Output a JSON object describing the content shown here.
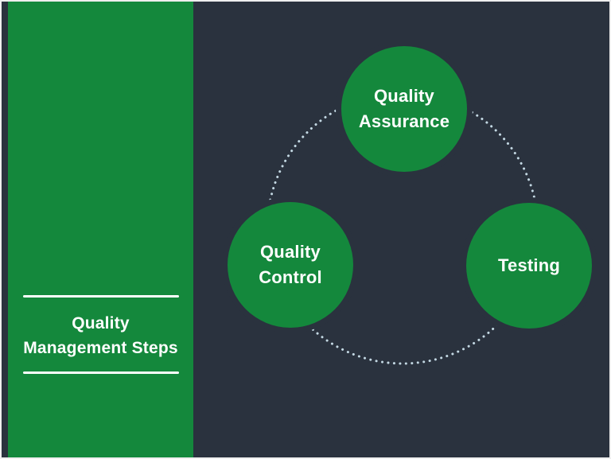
{
  "title_panel": {
    "title": "Quality\nManagement Steps"
  },
  "diagram": {
    "nodes": [
      {
        "id": "quality-assurance",
        "label": "Quality\nAssurance"
      },
      {
        "id": "quality-control",
        "label": "Quality\nControl"
      },
      {
        "id": "testing",
        "label": "Testing"
      }
    ]
  },
  "colors": {
    "background": "#2A323E",
    "panel_green": "#14883C",
    "node_green": "#14883C",
    "dot_color": "#C3D8E3",
    "text": "#FFFFFF",
    "frame_border": "#EFEFEF"
  }
}
